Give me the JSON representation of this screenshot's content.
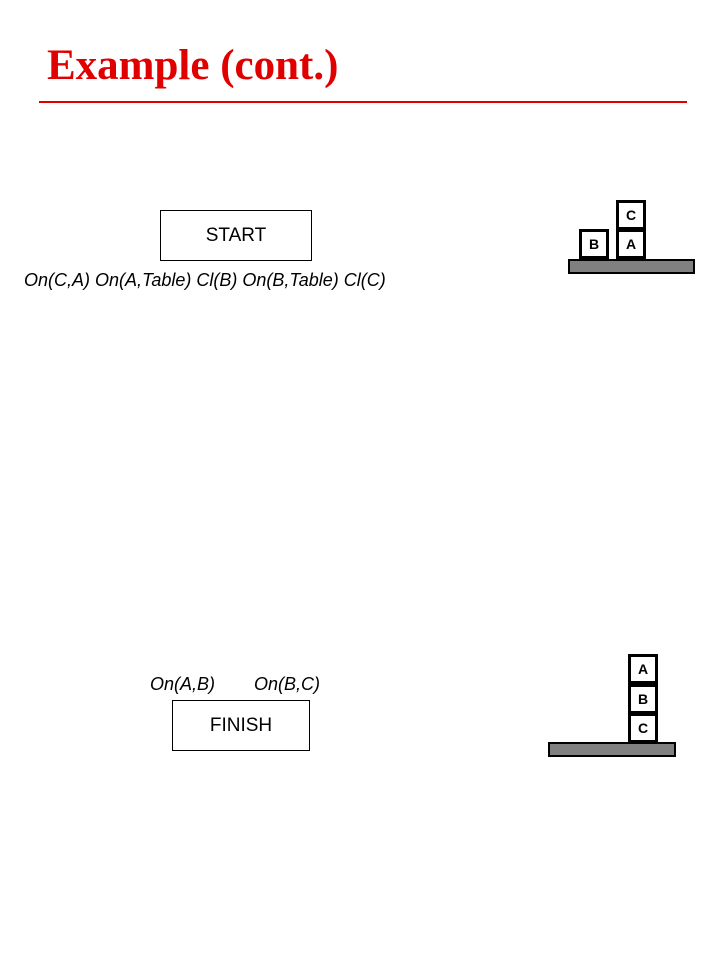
{
  "title": "Example (cont.)",
  "start": {
    "label": "START",
    "conditions": "On(C,A) On(A,Table) Cl(B) On(B,Table) Cl(C)",
    "blocks": {
      "top": "C",
      "bottom_right": "A",
      "bottom_left": "B"
    }
  },
  "finish": {
    "label": "FINISH",
    "conditions": [
      "On(A,B)",
      "On(B,C)"
    ],
    "blocks": {
      "top": "A",
      "middle": "B",
      "bottom": "C"
    }
  },
  "colors": {
    "title": "#e00000",
    "table": "#808080",
    "outline": "#000000"
  }
}
